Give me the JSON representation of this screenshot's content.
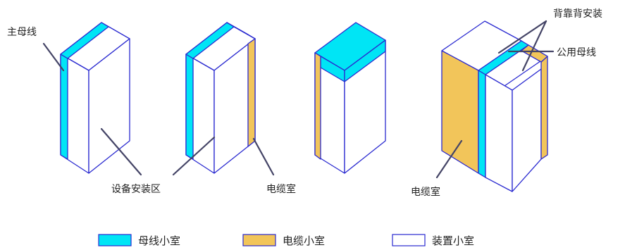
{
  "colors": {
    "busbar": "#00E5F5",
    "cable": "#F2C55A",
    "device": "#FFFFFF",
    "outline": "#2A2AD0",
    "leader": "#444466",
    "text": "#222222"
  },
  "labels": {
    "main_busbar": "主母线",
    "device_area": "设备安装区",
    "cable_room_1": "电缆室",
    "back_to_back": "背靠背安装",
    "common_busbar": "公用母线",
    "cable_room_2": "电缆室"
  },
  "legend": [
    {
      "label": "母线小室",
      "color": "#00E5F5"
    },
    {
      "label": "电缆小室",
      "color": "#F2C55A"
    },
    {
      "label": "装置小室",
      "color": "#FFFFFF"
    }
  ]
}
